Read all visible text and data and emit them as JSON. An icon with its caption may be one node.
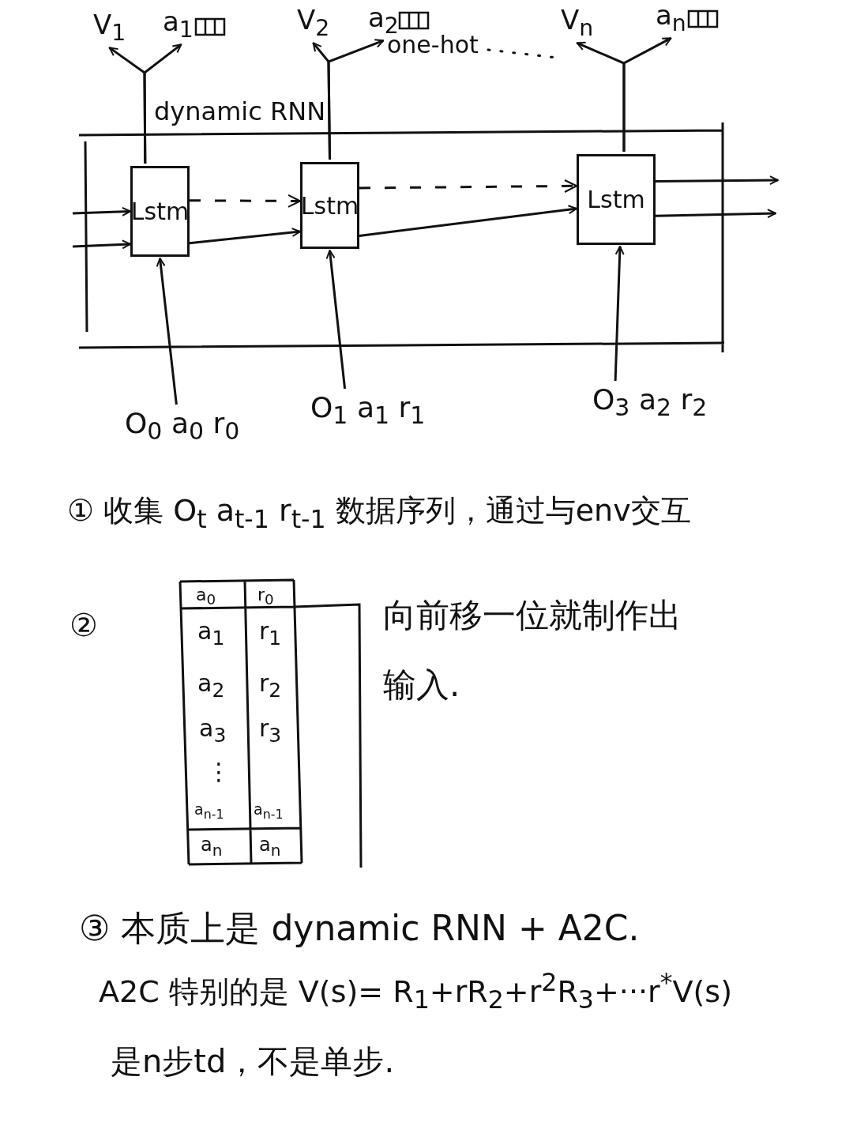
{
  "diagram": {
    "nodes": [
      {
        "text": [
          "V$_{1}$"
        ]
      },
      {
        "text": [
          "a$_{1}$"
        ]
      },
      {
        "text": [
          "V$_{2}$"
        ]
      },
      {
        "text": [
          "a$_{2}$"
        ]
      },
      {
        "text": [
          "V$_{n}$"
        ]
      },
      {
        "text": [
          "a$_{n}$"
        ]
      },
      {
        "text": [
          "dynamic RNN"
        ]
      },
      {
        "text": [
          "Lstm"
        ],
        "in": 6
      },
      {
        "text": [
          "Lstm"
        ],
        "in": 6
      },
      {
        "text": [
          "Lstm"
        ],
        "in": 6
      },
      {
        "text": [
          "O$_{0}$ a$_{0}$ r$_{0}$"
        ]
      },
      {
        "text": [
          "O$_{1}$ a$_{1}$ r$_{1}$"
        ]
      },
      {
        "text": [
          "O$_{3}$ a$_{2}$ r$_{2}$"
        ]
      }
    ],
    "edges": [
      {
        "from": 10,
        "to": 7,
        "arrow": "to"
      },
      {
        "from": 11,
        "to": 8,
        "arrow": "to"
      },
      {
        "from": 12,
        "to": 9,
        "arrow": "to"
      },
      {
        "from": 7,
        "to": 0,
        "arrow": "to"
      },
      {
        "from": 7,
        "to": 1,
        "arrow": "to"
      },
      {
        "from": 8,
        "to": 2,
        "arrow": "to"
      },
      {
        "from": 8,
        "to": 3,
        "arrow": "to"
      },
      {
        "from": 9,
        "to": 4,
        "arrow": "to"
      },
      {
        "from": 9,
        "to": 5,
        "arrow": "to"
      },
      {
        "from": null,
        "to": 7,
        "arrow": "to"
      },
      {
        "from": null,
        "to": 7,
        "arrow": "to"
      },
      {
        "from": 7,
        "to": 8,
        "arrow": "to",
        "style": "dashed"
      },
      {
        "from": 7,
        "to": 8,
        "arrow": "to"
      },
      {
        "from": 8,
        "to": 9,
        "arrow": "to",
        "style": "dashed"
      },
      {
        "from": 8,
        "to": 9,
        "arrow": "to"
      },
      {
        "from": 9,
        "to": null,
        "arrow": "to"
      },
      {
        "from": 9,
        "to": null,
        "arrow": "to"
      }
    ],
    "labels": [
      "one-hot",
      "① 收集 O$_{t}$ a$_{t-1}$ r$_{t-1}$ 数据序列，通过与env交互",
      "②",
      "a$_{0}$",
      "r$_{0}$",
      "a$_{1}$",
      "r$_{1}$",
      "a$_{2}$",
      "r$_{2}$",
      "a$_{3}$",
      "r$_{3}$",
      "⋮",
      "a$_{n-1}$",
      "a$_{n-1}$",
      "a$_{n}$",
      "a$_{n}$",
      "向前移一位就制作出输入.",
      "③ 本质上是 dynamic RNN + A2C.",
      "A2C 特别的是 V(s)= R$_{1}$+rR$_{2}$+r$^{2}$R$_{3}$+···r$^{*}$V(s)",
      "是n步td，不是单步."
    ]
  }
}
